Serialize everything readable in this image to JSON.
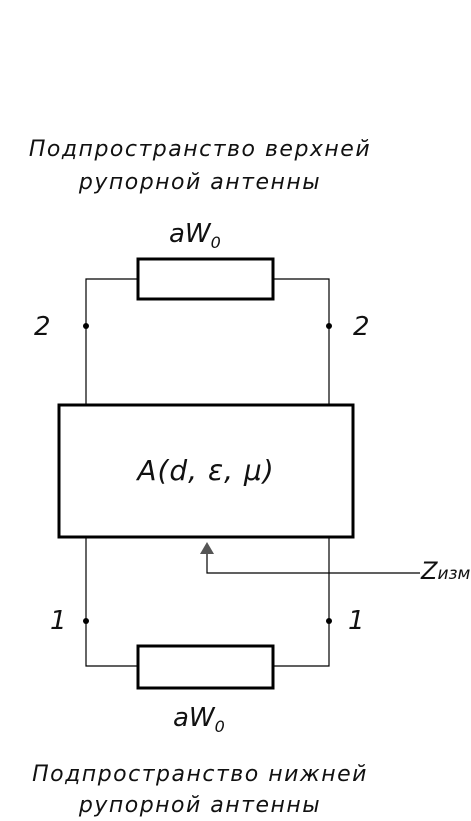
{
  "header": {
    "line1": "Подпространство верхней",
    "line2": "рупорной антенны"
  },
  "footer": {
    "line1": "Подпространство нижней",
    "line2": "рупорной антенны"
  },
  "top_resistor": {
    "label_main": "aW",
    "label_sub": "0"
  },
  "bottom_resistor": {
    "label_main": "aW",
    "label_sub": "0"
  },
  "ports": {
    "top_left": "2",
    "top_right": "2",
    "bottom_left": "1",
    "bottom_right": "1"
  },
  "central_block": {
    "label": "A(d, ε, μ)"
  },
  "measurement": {
    "label_main": "Z",
    "label_sub": "изм"
  }
}
